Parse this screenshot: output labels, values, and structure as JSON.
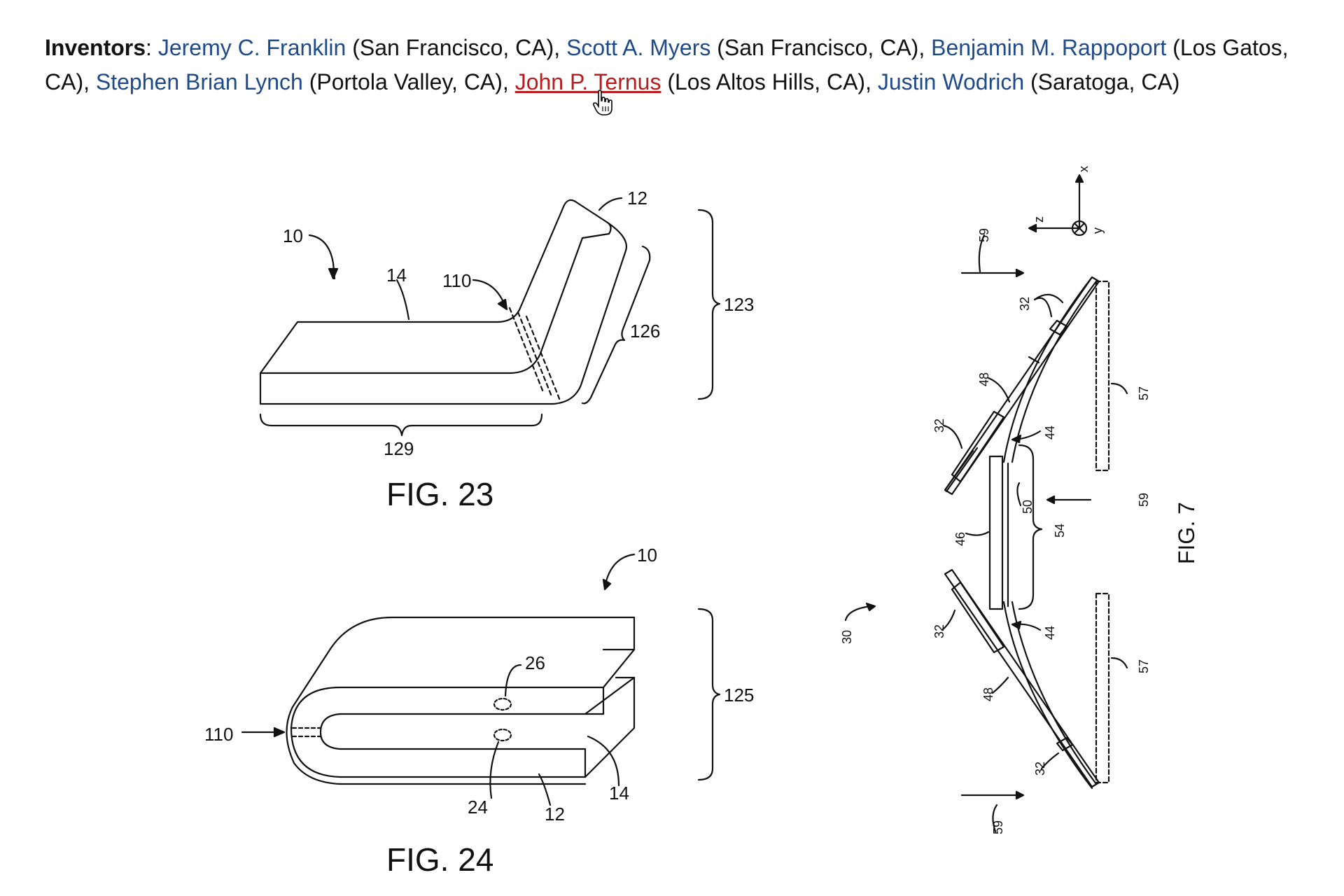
{
  "inventors": {
    "label": "Inventors",
    "sep": ": ",
    "people": [
      {
        "name": "Jeremy C. Franklin",
        "loc": " (San Francisco, CA), "
      },
      {
        "name": "Scott A. Myers",
        "loc": " (San Francisco, CA), "
      },
      {
        "name": "Benjamin M. Rappoport",
        "loc": " (Los Gatos, CA), "
      },
      {
        "name": "Stephen Brian Lynch",
        "loc": " (Portola Valley, CA), "
      },
      {
        "name": "John P. Ternus",
        "loc": " (Los Altos Hills, CA), "
      },
      {
        "name": "Justin Wodrich",
        "loc": " (Saratoga, CA)"
      }
    ]
  },
  "fig23": {
    "caption": "FIG. 23",
    "labels": {
      "l10": "10",
      "l12": "12",
      "l14": "14",
      "l110": "110",
      "l123": "123",
      "l126": "126",
      "l129": "129"
    }
  },
  "fig24": {
    "caption": "FIG. 24",
    "labels": {
      "l10": "10",
      "l26": "26",
      "l110": "110",
      "l125": "125",
      "l24": "24",
      "l12": "12",
      "l14": "14"
    }
  },
  "fig7": {
    "caption": "FIG. 7",
    "axes": {
      "x": "x",
      "y": "y",
      "z": "z"
    },
    "labels": {
      "l59a": "59",
      "l59b": "59",
      "l59c": "59",
      "l32a": "32",
      "l32b": "32",
      "l32c": "32",
      "l32d": "32",
      "l48a": "48",
      "l48b": "48",
      "l44a": "44",
      "l44b": "44",
      "l50": "50",
      "l54": "54",
      "l46": "46",
      "l57a": "57",
      "l57b": "57",
      "l30": "30"
    }
  }
}
